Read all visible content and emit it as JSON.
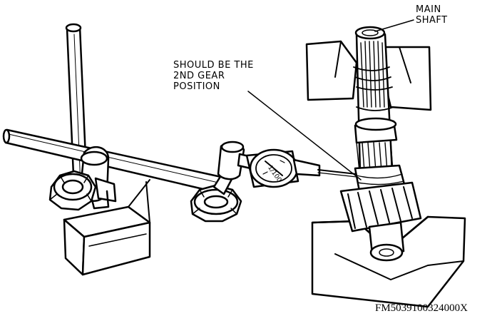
{
  "callouts": {
    "main_shaft": [
      "MAIN",
      "SHAFT"
    ],
    "gear_position": [
      "SHOULD BE THE",
      "2ND GEAR",
      "POSITION"
    ]
  },
  "figure_code": "FM5039100324000X",
  "dial_face_text": "1/100",
  "colors": {
    "ink": "#000000",
    "paper": "#ffffff"
  }
}
